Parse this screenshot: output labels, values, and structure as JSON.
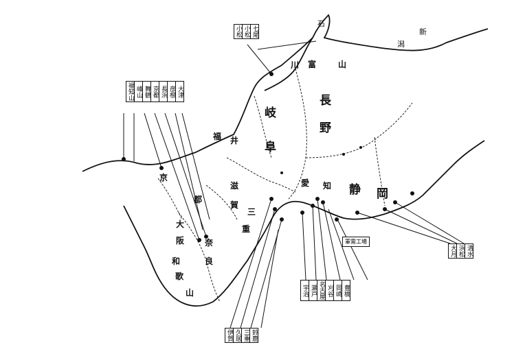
{
  "map": {
    "prefectures": [
      {
        "id": "ishikawa",
        "label": "石川"
      },
      {
        "id": "toyama",
        "label": "富山"
      },
      {
        "id": "nagano",
        "label": "長野"
      },
      {
        "id": "gifu",
        "label": "岐阜"
      },
      {
        "id": "fukui",
        "label": "福井"
      },
      {
        "id": "shiga",
        "label": "滋賀"
      },
      {
        "id": "kyoto",
        "label": "京都"
      },
      {
        "id": "osaka",
        "label": "大阪"
      },
      {
        "id": "nara",
        "label": "奈良"
      },
      {
        "id": "wakayama",
        "label": "和歌山"
      },
      {
        "id": "mie",
        "label": "三重"
      },
      {
        "id": "aichi",
        "label": "愛知"
      },
      {
        "id": "shizuoka",
        "label": "静岡"
      },
      {
        "id": "niigata",
        "label": "新潟"
      }
    ],
    "boxes": {
      "hokuriku": [
        "七尾",
        "小松",
        "小松"
      ],
      "kinki_north": [
        "大津",
        "彦根",
        "長浜",
        "京都",
        "舞鶴",
        "峰山",
        "福知山"
      ],
      "mie": [
        "伊賀",
        "久居",
        "三重",
        "鈴鹿"
      ],
      "aichi": [
        "豊橋",
        "岡崎",
        "刈谷",
        "名古屋",
        "瀬戸",
        "宇治"
      ],
      "shizuoka": [
        "清水",
        "浜松",
        "大月"
      ]
    },
    "legend": "軍需工場"
  }
}
